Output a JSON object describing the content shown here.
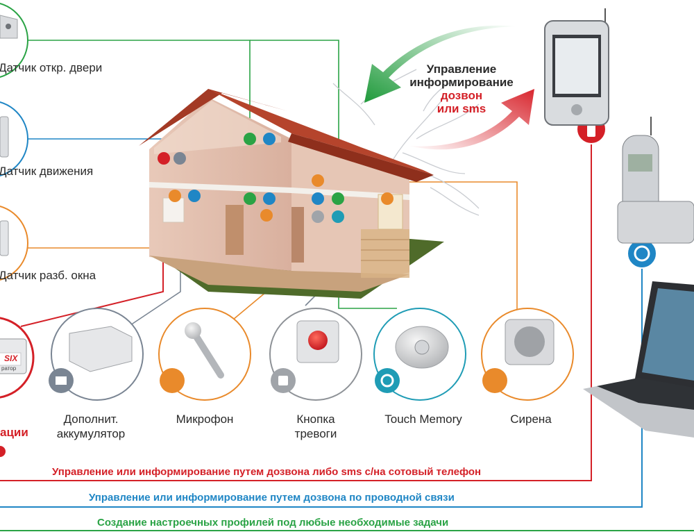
{
  "header": {
    "line1": "Управление",
    "line2": "информирование",
    "line3": "дозвон",
    "line4": "или sms"
  },
  "sensors": [
    {
      "label": "Датчик откр. двери",
      "icon": "door-sensor-icon",
      "color": "#2aa345"
    },
    {
      "label": "Датчик движения",
      "icon": "motion-sensor-icon",
      "color": "#1f86c5"
    },
    {
      "label": "Датчик разб. окна",
      "icon": "window-break-sensor-icon",
      "color": "#e98a2b"
    }
  ],
  "devices": [
    {
      "label_line1": "Дополнит.",
      "label_line2": "аккумулятор",
      "icon": "battery-icon"
    },
    {
      "label_line1": "Микрофон",
      "label_line2": "",
      "icon": "microphone-icon"
    },
    {
      "label_line1": "Кнопка",
      "label_line2": "тревоги",
      "icon": "alarm-button-icon"
    },
    {
      "label_line1": "Touch Memory",
      "label_line2": "",
      "icon": "touch-memory-icon"
    },
    {
      "label_line1": "Сирена",
      "label_line2": "",
      "icon": "siren-icon"
    }
  ],
  "controller": {
    "brand": "SIX",
    "sub": "ратор",
    "label_fragment": "ации"
  },
  "strips": {
    "cellular": "Управление или информирование путем дозвона либо sms с/на сотовый телефон",
    "landline": "Управление или информирование путем дозвона по проводной связи",
    "profiles": "Создание настроечных профилей под любые необходимые задачи"
  },
  "colors": {
    "red": "#d42027",
    "blue": "#1f86c5",
    "green": "#2aa345",
    "orange": "#e98a2b",
    "gray": "#7a8593"
  }
}
